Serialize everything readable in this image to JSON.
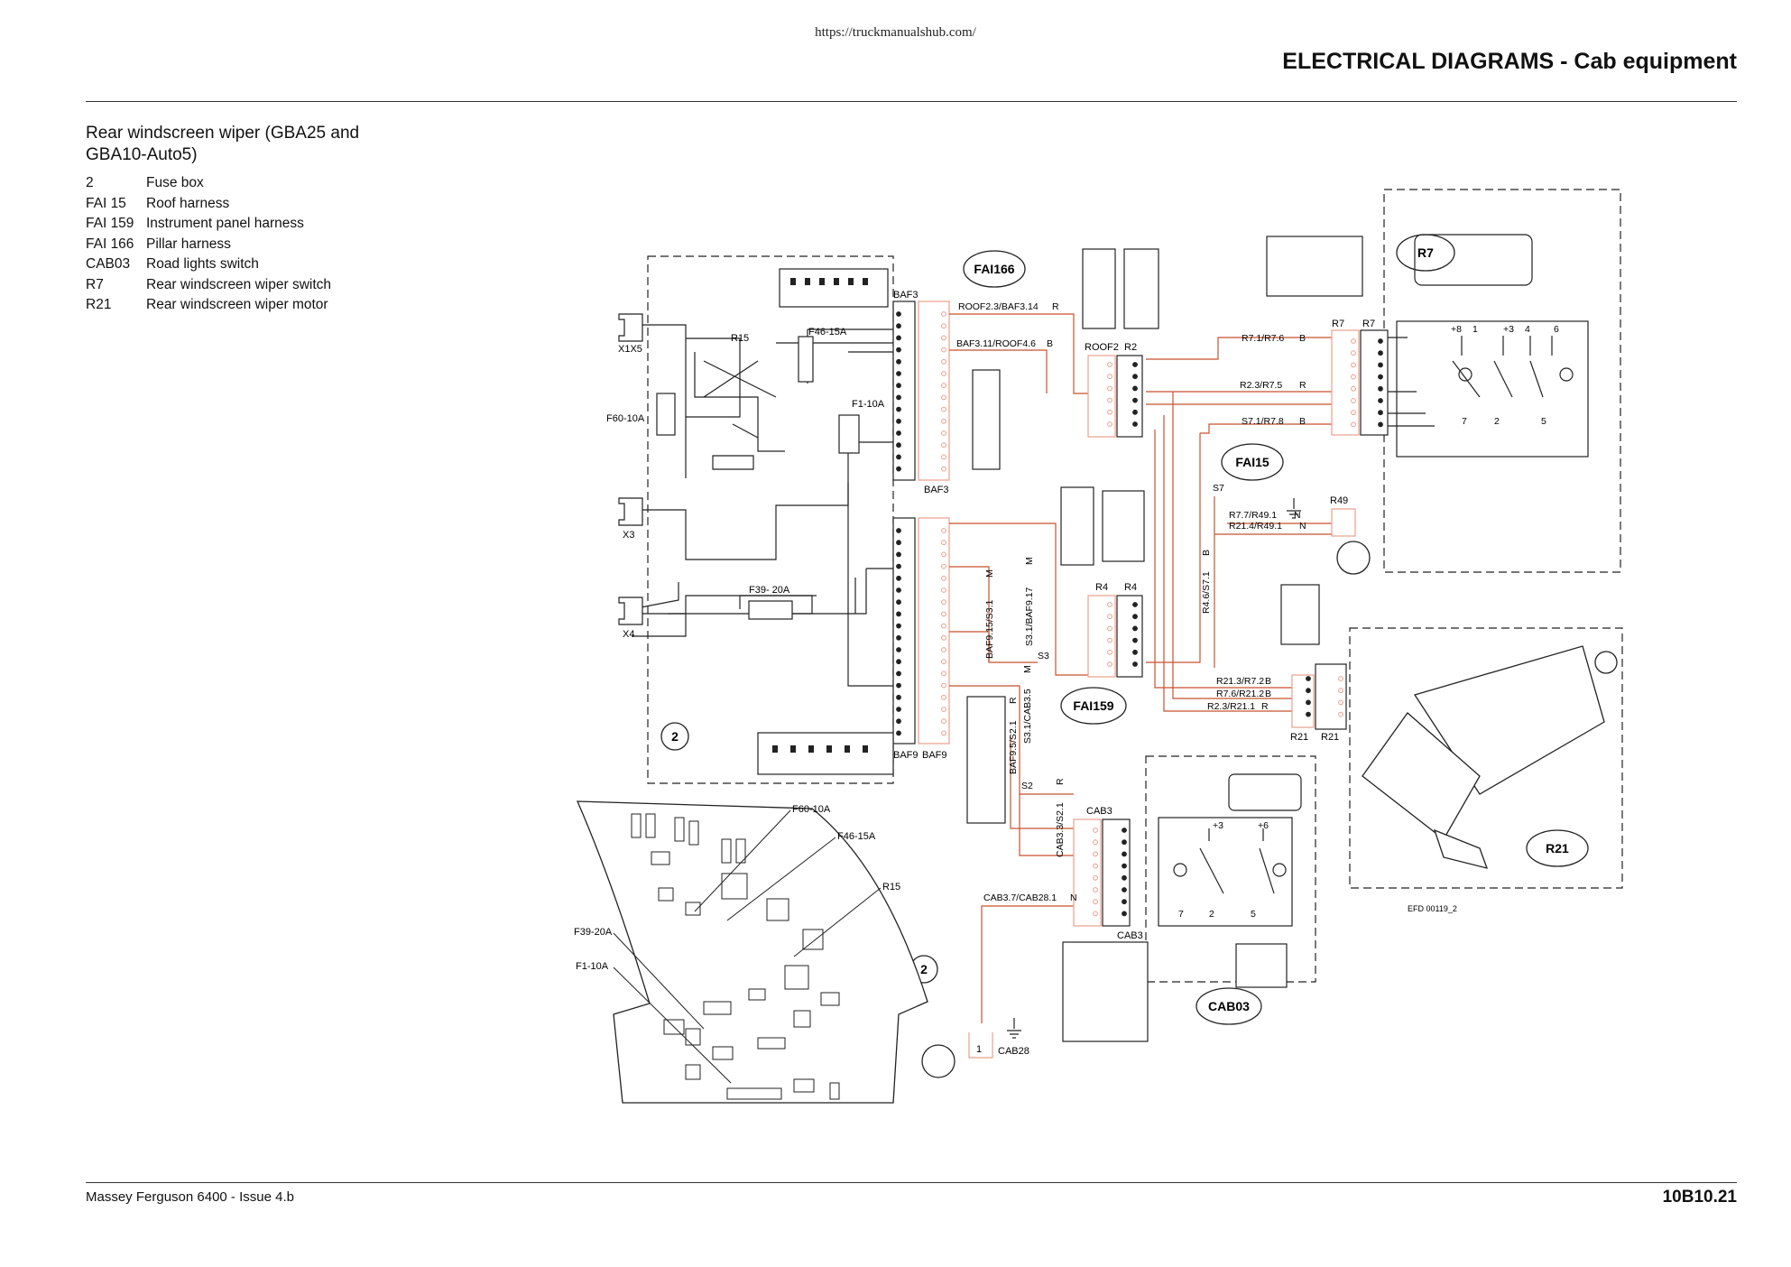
{
  "page": {
    "url": "https://truckmanualshub.com/",
    "header_title": "ELECTRICAL DIAGRAMS - Cab equipment",
    "section_title": "Rear windscreen wiper (GBA25 and GBA10-Auto5)",
    "footer_left": "Massey Ferguson 6400 - Issue 4.b",
    "footer_right": "10B10.21"
  },
  "legend": [
    {
      "code": "2",
      "desc": "Fuse box"
    },
    {
      "code": "FAI 15",
      "desc": "Roof harness"
    },
    {
      "code": "FAI 159",
      "desc": "Instrument panel harness"
    },
    {
      "code": "FAI 166",
      "desc": "Pillar harness"
    },
    {
      "code": "CAB03",
      "desc": "Road lights switch"
    },
    {
      "code": "R7",
      "desc": "Rear windscreen wiper switch"
    },
    {
      "code": "R21",
      "desc": "Rear windscreen wiper motor"
    }
  ],
  "diagram": {
    "bubbles": {
      "fai166": "FAI166",
      "fai15": "FAI15",
      "fai159": "FAI159",
      "cab03": "CAB03",
      "r7": "R7",
      "r21": "R21",
      "fusebox_a": "2",
      "fusebox_b": "2"
    },
    "connectors": {
      "baf3": "BAF3",
      "baf9": "BAF9",
      "roof2": "ROOF2",
      "r2": "R2",
      "r4": "R4",
      "r7": "R7",
      "r21": "R21",
      "r49": "R49",
      "cab3": "CAB3",
      "cab28": "CAB28",
      "x1x5": "X1X5",
      "x3": "X3",
      "x4": "X4"
    },
    "fuses": {
      "f46": "F46-15A",
      "f1": "F1-10A",
      "f60": "F60-10A",
      "f39": "F39- 20A",
      "r15": "R15",
      "f39b": "F39-20A"
    },
    "wires": {
      "w1": "ROOF2.3/BAF3.14",
      "w2": "BAF3.11/ROOF4.6",
      "w3": "R7.1/R7.6",
      "w4": "R2.3/R7.5",
      "w5": "S7.1/R7.8",
      "w6": "R7.7/R49.1",
      "w7": "R21.4/R49.1",
      "w8": "R4.6/S7.1",
      "w9": "R21.3/R7.2",
      "w10": "R7.6/R21.2",
      "w11": "R2.3/R21.1",
      "w12": "BAF9.15/S3.1",
      "w13": "S3.1/BAF9.17",
      "w14": "BAF9.5/S2.1",
      "w15": "S3.1/CAB3.5",
      "w16": "CAB3.3/S2.1",
      "w17": "CAB3.7/CAB28.1"
    },
    "splices": {
      "s7": "S7",
      "s3": "S3",
      "s2": "S2"
    },
    "colors": {
      "b": "B",
      "r": "R",
      "n": "N",
      "m": "M"
    },
    "switch_terms": {
      "p8": "+8",
      "t1": "1",
      "p3": "+3",
      "t4": "4",
      "t6": "6",
      "t7": "7",
      "t2": "2",
      "t5": "5",
      "p6": "+6"
    },
    "ref": "EFD 00119_2",
    "wire_color": "#c8522e",
    "pin_color": "#e8a08c"
  }
}
